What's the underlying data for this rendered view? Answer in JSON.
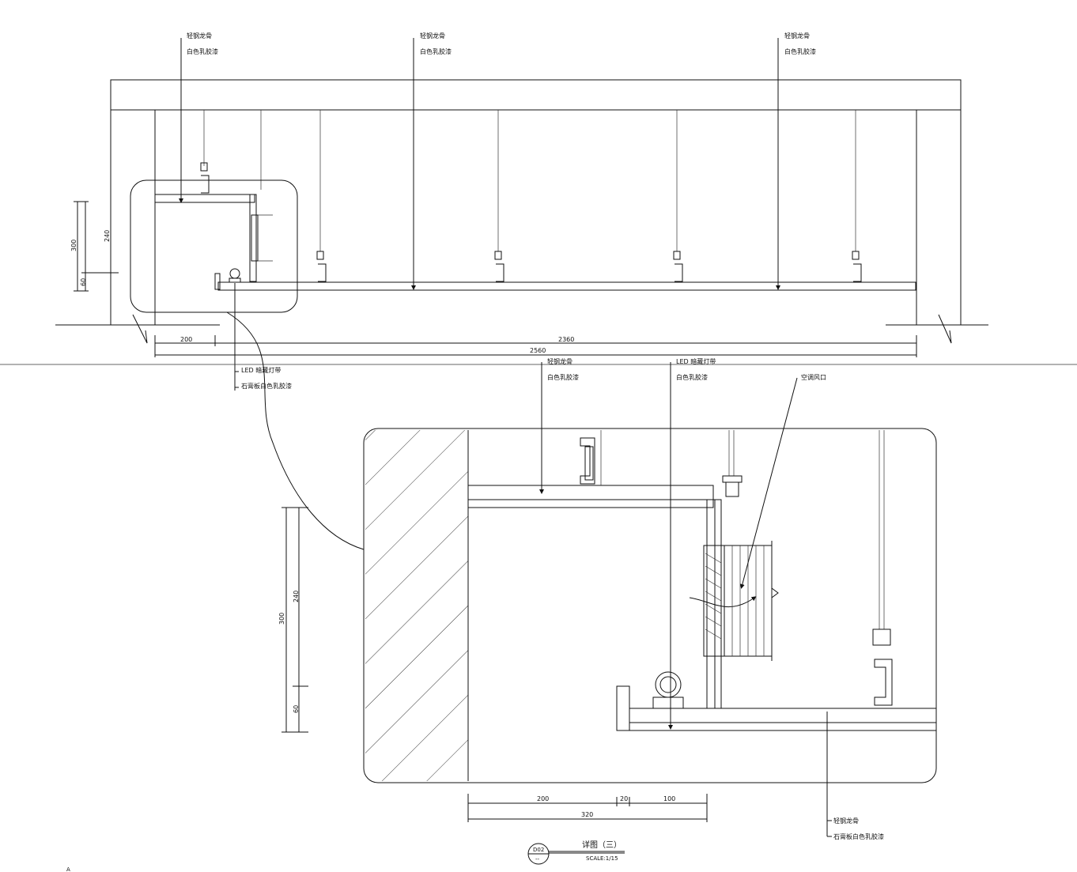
{
  "labels": {
    "light_steel_keel": "轻钢龙骨",
    "white_latex_paint": "白色乳胶漆",
    "led_hidden_strip": "LED 暗藏灯带",
    "gypsum_board_white_latex": "石膏板白色乳胶漆",
    "ac_vent": "空调风口"
  },
  "dimensions": {
    "top_200": "200",
    "top_2360": "2360",
    "top_2560": "2560",
    "top_300": "300",
    "top_240": "240",
    "top_60": "60",
    "detail_300": "300",
    "detail_240": "240",
    "detail_60": "60",
    "detail_200": "200",
    "detail_20": "20",
    "detail_100": "100",
    "detail_320": "320"
  },
  "title_block": {
    "code": "D02",
    "sheet": "--",
    "title": "详图（三）",
    "scale": "SCALE:1/15"
  },
  "corner_mark": "A"
}
